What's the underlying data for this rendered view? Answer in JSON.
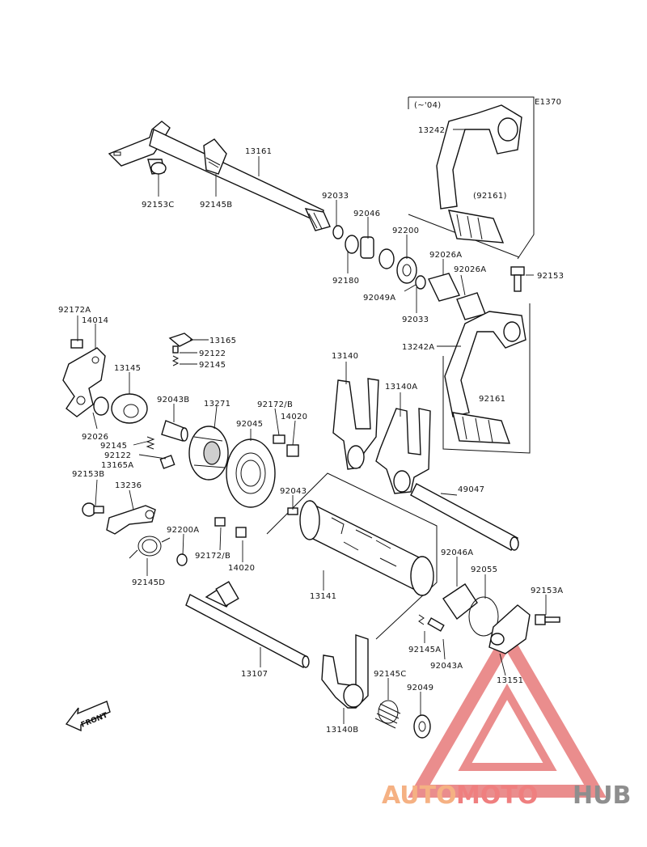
{
  "diagram": {
    "code": "E1370",
    "variant_note": "(~'04)",
    "front_label": "FRONT",
    "labels": [
      {
        "id": "13161",
        "text": "13161"
      },
      {
        "id": "92153C",
        "text": "92153C"
      },
      {
        "id": "92145B",
        "text": "92145B"
      },
      {
        "id": "92033a",
        "text": "92033"
      },
      {
        "id": "92046",
        "text": "92046"
      },
      {
        "id": "92200",
        "text": "92200"
      },
      {
        "id": "92180",
        "text": "92180"
      },
      {
        "id": "92049A",
        "text": "92049A"
      },
      {
        "id": "92033b",
        "text": "92033"
      },
      {
        "id": "92026Aa",
        "text": "92026A"
      },
      {
        "id": "92026Ab",
        "text": "92026A"
      },
      {
        "id": "92153",
        "text": "92153"
      },
      {
        "id": "13242",
        "text": "13242"
      },
      {
        "id": "92161a",
        "text": "(92161)"
      },
      {
        "id": "13242A",
        "text": "13242A"
      },
      {
        "id": "92161b",
        "text": "92161"
      },
      {
        "id": "92172A",
        "text": "92172A"
      },
      {
        "id": "14014",
        "text": "14014"
      },
      {
        "id": "13165",
        "text": "13165"
      },
      {
        "id": "92122a",
        "text": "92122"
      },
      {
        "id": "92145a",
        "text": "92145"
      },
      {
        "id": "13145",
        "text": "13145"
      },
      {
        "id": "92043B",
        "text": "92043B"
      },
      {
        "id": "13271",
        "text": "13271"
      },
      {
        "id": "92172Ba",
        "text": "92172/B"
      },
      {
        "id": "14020a",
        "text": "14020"
      },
      {
        "id": "92045",
        "text": "92045"
      },
      {
        "id": "92026",
        "text": "92026"
      },
      {
        "id": "92145b",
        "text": "92145"
      },
      {
        "id": "92122b",
        "text": "92122"
      },
      {
        "id": "13165A",
        "text": "13165A"
      },
      {
        "id": "92153B",
        "text": "92153B"
      },
      {
        "id": "13236",
        "text": "13236"
      },
      {
        "id": "92200A",
        "text": "92200A"
      },
      {
        "id": "92172Bb",
        "text": "92172/B"
      },
      {
        "id": "14020b",
        "text": "14020"
      },
      {
        "id": "92145D",
        "text": "92145D"
      },
      {
        "id": "13140",
        "text": "13140"
      },
      {
        "id": "13140A",
        "text": "13140A"
      },
      {
        "id": "49047",
        "text": "49047"
      },
      {
        "id": "92043",
        "text": "92043"
      },
      {
        "id": "13141",
        "text": "13141"
      },
      {
        "id": "92046A",
        "text": "92046A"
      },
      {
        "id": "92055",
        "text": "92055"
      },
      {
        "id": "92153A",
        "text": "92153A"
      },
      {
        "id": "92145A",
        "text": "92145A"
      },
      {
        "id": "92043A",
        "text": "92043A"
      },
      {
        "id": "13151",
        "text": "13151"
      },
      {
        "id": "13107",
        "text": "13107"
      },
      {
        "id": "92145C",
        "text": "92145C"
      },
      {
        "id": "92049",
        "text": "92049"
      },
      {
        "id": "13140B",
        "text": "13140B"
      }
    ]
  },
  "watermark": {
    "part1": "AUTO",
    "part2": "MOTO",
    "part3": "HUB",
    "color1": "#f5b183",
    "color2": "#ef7f7f",
    "color3": "#8e8e8e"
  }
}
